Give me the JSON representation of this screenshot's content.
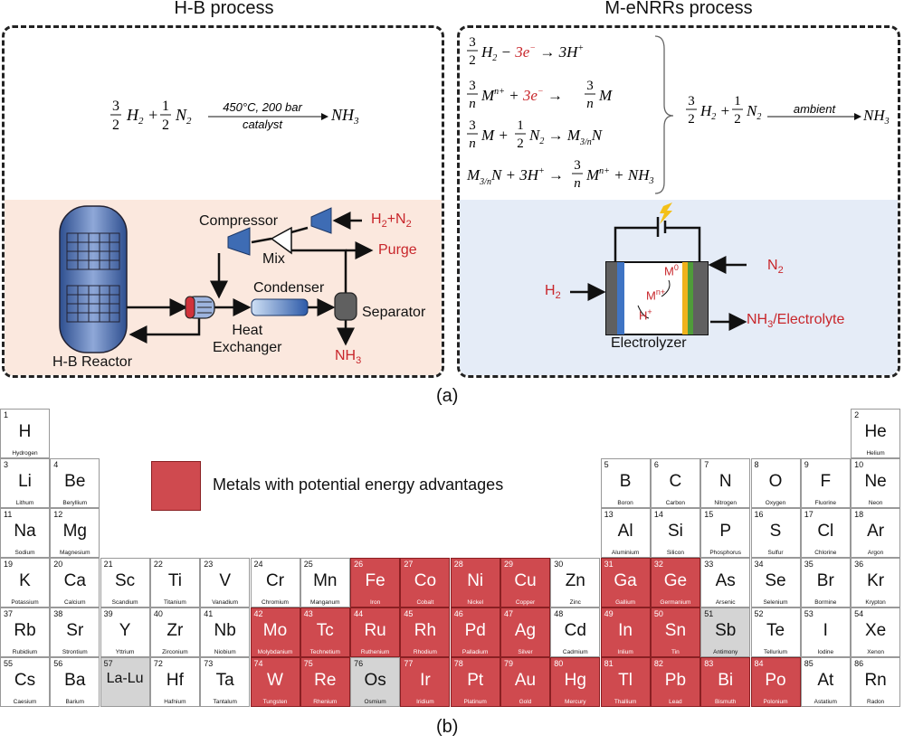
{
  "panel_a": {
    "hb": {
      "title": "H-B process",
      "equation": {
        "f1n": "3",
        "f1d": "2",
        "h2": "H",
        "h2sub": "2",
        "f2n": "1",
        "f2d": "2",
        "n2": "N",
        "n2sub": "2",
        "above": "450°C, 200 bar",
        "below": "catalyst",
        "nh3": "NH",
        "nh3sub": "3"
      },
      "compressor": "Compressor",
      "feed_a": "H",
      "feed_sub1": "2",
      "feed_b": "+N",
      "feed_sub2": "2",
      "mix": "Mix",
      "purge": "Purge",
      "condenser": "Condenser",
      "separator": "Separator",
      "heat1": "Heat",
      "heat2": "Exchanger",
      "reactor": "H-B Reactor",
      "nh3": "NH",
      "nh3sub": "3"
    },
    "menrr": {
      "title": "M-eNRRs process",
      "overall": {
        "above": "ambient"
      },
      "h2_label": "H",
      "h2_sub": "2",
      "n2_label": "N",
      "n2_sub": "2",
      "m0": "M",
      "m0_sup": "0",
      "mn": "M",
      "mn_sup": "n+",
      "hplus": "H",
      "hplus_sup": "+",
      "out_a": "NH",
      "out_sub": "3",
      "out_b": "/Electrolyte",
      "electrolyzer": "Electrolyzer"
    },
    "caption": "(a)"
  },
  "panel_b": {
    "legend": "Metals with potential energy advantages",
    "caption": "(b)",
    "elements": [
      {
        "n": "1",
        "s": "H",
        "f": "Hydrogen",
        "c": 1,
        "r": 1,
        "t": ""
      },
      {
        "n": "2",
        "s": "He",
        "f": "Helium",
        "c": 18,
        "r": 1,
        "t": ""
      },
      {
        "n": "3",
        "s": "Li",
        "f": "Lithum",
        "c": 1,
        "r": 2,
        "t": ""
      },
      {
        "n": "4",
        "s": "Be",
        "f": "Beryllium",
        "c": 2,
        "r": 2,
        "t": ""
      },
      {
        "n": "5",
        "s": "B",
        "f": "Boron",
        "c": 13,
        "r": 2,
        "t": ""
      },
      {
        "n": "6",
        "s": "C",
        "f": "Carbon",
        "c": 14,
        "r": 2,
        "t": ""
      },
      {
        "n": "7",
        "s": "N",
        "f": "Nitrogen",
        "c": 15,
        "r": 2,
        "t": ""
      },
      {
        "n": "8",
        "s": "O",
        "f": "Oxygen",
        "c": 16,
        "r": 2,
        "t": ""
      },
      {
        "n": "9",
        "s": "F",
        "f": "Fluorine",
        "c": 17,
        "r": 2,
        "t": ""
      },
      {
        "n": "10",
        "s": "Ne",
        "f": "Neon",
        "c": 18,
        "r": 2,
        "t": ""
      },
      {
        "n": "11",
        "s": "Na",
        "f": "Sodium",
        "c": 1,
        "r": 3,
        "t": ""
      },
      {
        "n": "12",
        "s": "Mg",
        "f": "Magnesium",
        "c": 2,
        "r": 3,
        "t": ""
      },
      {
        "n": "13",
        "s": "Al",
        "f": "Aluminium",
        "c": 13,
        "r": 3,
        "t": ""
      },
      {
        "n": "14",
        "s": "Si",
        "f": "Silicon",
        "c": 14,
        "r": 3,
        "t": ""
      },
      {
        "n": "15",
        "s": "P",
        "f": "Phosphorus",
        "c": 15,
        "r": 3,
        "t": ""
      },
      {
        "n": "16",
        "s": "S",
        "f": "Sulfur",
        "c": 16,
        "r": 3,
        "t": ""
      },
      {
        "n": "17",
        "s": "Cl",
        "f": "Chlorine",
        "c": 17,
        "r": 3,
        "t": ""
      },
      {
        "n": "18",
        "s": "Ar",
        "f": "Argon",
        "c": 18,
        "r": 3,
        "t": ""
      },
      {
        "n": "19",
        "s": "K",
        "f": "Potassium",
        "c": 1,
        "r": 4,
        "t": ""
      },
      {
        "n": "20",
        "s": "Ca",
        "f": "Calcium",
        "c": 2,
        "r": 4,
        "t": ""
      },
      {
        "n": "21",
        "s": "Sc",
        "f": "Scandium",
        "c": 3,
        "r": 4,
        "t": ""
      },
      {
        "n": "22",
        "s": "Ti",
        "f": "Titanium",
        "c": 4,
        "r": 4,
        "t": ""
      },
      {
        "n": "23",
        "s": "V",
        "f": "Vanadium",
        "c": 5,
        "r": 4,
        "t": ""
      },
      {
        "n": "24",
        "s": "Cr",
        "f": "Chromium",
        "c": 6,
        "r": 4,
        "t": ""
      },
      {
        "n": "25",
        "s": "Mn",
        "f": "Manganum",
        "c": 7,
        "r": 4,
        "t": ""
      },
      {
        "n": "26",
        "s": "Fe",
        "f": "Iron",
        "c": 8,
        "r": 4,
        "t": "hl"
      },
      {
        "n": "27",
        "s": "Co",
        "f": "Cobalt",
        "c": 9,
        "r": 4,
        "t": "hl"
      },
      {
        "n": "28",
        "s": "Ni",
        "f": "Nickel",
        "c": 10,
        "r": 4,
        "t": "hl"
      },
      {
        "n": "29",
        "s": "Cu",
        "f": "Copper",
        "c": 11,
        "r": 4,
        "t": "hl"
      },
      {
        "n": "30",
        "s": "Zn",
        "f": "Zinc",
        "c": 12,
        "r": 4,
        "t": ""
      },
      {
        "n": "31",
        "s": "Ga",
        "f": "Gallium",
        "c": 13,
        "r": 4,
        "t": "hl"
      },
      {
        "n": "32",
        "s": "Ge",
        "f": "Germanium",
        "c": 14,
        "r": 4,
        "t": "hl"
      },
      {
        "n": "33",
        "s": "As",
        "f": "Arsenic",
        "c": 15,
        "r": 4,
        "t": ""
      },
      {
        "n": "34",
        "s": "Se",
        "f": "Selenium",
        "c": 16,
        "r": 4,
        "t": ""
      },
      {
        "n": "35",
        "s": "Br",
        "f": "Bormine",
        "c": 17,
        "r": 4,
        "t": ""
      },
      {
        "n": "36",
        "s": "Kr",
        "f": "Krypton",
        "c": 18,
        "r": 4,
        "t": ""
      },
      {
        "n": "37",
        "s": "Rb",
        "f": "Rubidium",
        "c": 1,
        "r": 5,
        "t": ""
      },
      {
        "n": "38",
        "s": "Sr",
        "f": "Strontium",
        "c": 2,
        "r": 5,
        "t": ""
      },
      {
        "n": "39",
        "s": "Y",
        "f": "Yttrium",
        "c": 3,
        "r": 5,
        "t": ""
      },
      {
        "n": "40",
        "s": "Zr",
        "f": "Zirconium",
        "c": 4,
        "r": 5,
        "t": ""
      },
      {
        "n": "41",
        "s": "Nb",
        "f": "Niobium",
        "c": 5,
        "r": 5,
        "t": ""
      },
      {
        "n": "42",
        "s": "Mo",
        "f": "Molybdanium",
        "c": 6,
        "r": 5,
        "t": "hl"
      },
      {
        "n": "43",
        "s": "Tc",
        "f": "Technetium",
        "c": 7,
        "r": 5,
        "t": "hl"
      },
      {
        "n": "44",
        "s": "Ru",
        "f": "Ruthenium",
        "c": 8,
        "r": 5,
        "t": "hl"
      },
      {
        "n": "45",
        "s": "Rh",
        "f": "Rhodium",
        "c": 9,
        "r": 5,
        "t": "hl"
      },
      {
        "n": "46",
        "s": "Pd",
        "f": "Palladium",
        "c": 10,
        "r": 5,
        "t": "hl"
      },
      {
        "n": "47",
        "s": "Ag",
        "f": "Silver",
        "c": 11,
        "r": 5,
        "t": "hl"
      },
      {
        "n": "48",
        "s": "Cd",
        "f": "Cadmium",
        "c": 12,
        "r": 5,
        "t": ""
      },
      {
        "n": "49",
        "s": "In",
        "f": "Inlium",
        "c": 13,
        "r": 5,
        "t": "hl"
      },
      {
        "n": "50",
        "s": "Sn",
        "f": "Tin",
        "c": 14,
        "r": 5,
        "t": "hl"
      },
      {
        "n": "51",
        "s": "Sb",
        "f": "Antimony",
        "c": 15,
        "r": 5,
        "t": "gr"
      },
      {
        "n": "52",
        "s": "Te",
        "f": "Tellurium",
        "c": 16,
        "r": 5,
        "t": ""
      },
      {
        "n": "53",
        "s": "I",
        "f": "Iodine",
        "c": 17,
        "r": 5,
        "t": ""
      },
      {
        "n": "54",
        "s": "Xe",
        "f": "Xenon",
        "c": 18,
        "r": 5,
        "t": ""
      },
      {
        "n": "55",
        "s": "Cs",
        "f": "Caesium",
        "c": 1,
        "r": 6,
        "t": ""
      },
      {
        "n": "56",
        "s": "Ba",
        "f": "Barium",
        "c": 2,
        "r": 6,
        "t": ""
      },
      {
        "n": "57",
        "s": "La-Lu",
        "f": "",
        "c": 3,
        "r": 6,
        "t": "gr"
      },
      {
        "n": "72",
        "s": "Hf",
        "f": "Hafnium",
        "c": 4,
        "r": 6,
        "t": ""
      },
      {
        "n": "73",
        "s": "Ta",
        "f": "Tantalum",
        "c": 5,
        "r": 6,
        "t": ""
      },
      {
        "n": "74",
        "s": "W",
        "f": "Tungsten",
        "c": 6,
        "r": 6,
        "t": "hl"
      },
      {
        "n": "75",
        "s": "Re",
        "f": "Rhenium",
        "c": 7,
        "r": 6,
        "t": "hl"
      },
      {
        "n": "76",
        "s": "Os",
        "f": "Osmium",
        "c": 8,
        "r": 6,
        "t": "gr"
      },
      {
        "n": "77",
        "s": "Ir",
        "f": "Iridium",
        "c": 9,
        "r": 6,
        "t": "hl"
      },
      {
        "n": "78",
        "s": "Pt",
        "f": "Platinum",
        "c": 10,
        "r": 6,
        "t": "hl"
      },
      {
        "n": "79",
        "s": "Au",
        "f": "Gold",
        "c": 11,
        "r": 6,
        "t": "hl"
      },
      {
        "n": "80",
        "s": "Hg",
        "f": "Mercury",
        "c": 12,
        "r": 6,
        "t": "hl"
      },
      {
        "n": "81",
        "s": "Tl",
        "f": "Thallium",
        "c": 13,
        "r": 6,
        "t": "hl"
      },
      {
        "n": "82",
        "s": "Pb",
        "f": "Lead",
        "c": 14,
        "r": 6,
        "t": "hl"
      },
      {
        "n": "83",
        "s": "Bi",
        "f": "Bismuth",
        "c": 15,
        "r": 6,
        "t": "hl"
      },
      {
        "n": "84",
        "s": "Po",
        "f": "Polonium",
        "c": 16,
        "r": 6,
        "t": "hl"
      },
      {
        "n": "85",
        "s": "At",
        "f": "Astatium",
        "c": 17,
        "r": 6,
        "t": ""
      },
      {
        "n": "86",
        "s": "Rn",
        "f": "Radon",
        "c": 18,
        "r": 6,
        "t": ""
      }
    ]
  },
  "colors": {
    "highlight": "#cf4a4f",
    "gray": "#d4d4d4",
    "hb_bg": "#fbe8de",
    "menrr_bg": "#e5ecf7",
    "red_text": "#c8262b"
  }
}
